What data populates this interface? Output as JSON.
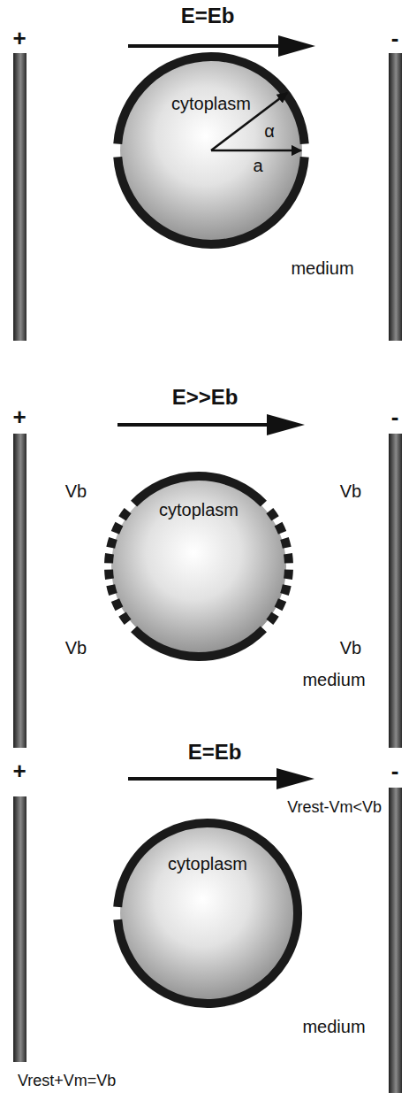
{
  "diagram": {
    "nodes": [
      {
        "text": [
          "cytoplasm"
        ]
      },
      {
        "text": [
          "cytoplasm"
        ]
      },
      {
        "text": [
          "cytoplasm"
        ]
      }
    ],
    "labels": [
      "E=Eb",
      "+",
      "-",
      "α",
      "a",
      "medium",
      "E>>Eb",
      "+",
      "-",
      "Vb",
      "Vb",
      "Vb",
      "Vb",
      "medium",
      "E=Eb",
      "+",
      "-",
      "Vrest-Vm<Vb",
      "medium",
      "Vrest+Vm=Vb"
    ]
  }
}
